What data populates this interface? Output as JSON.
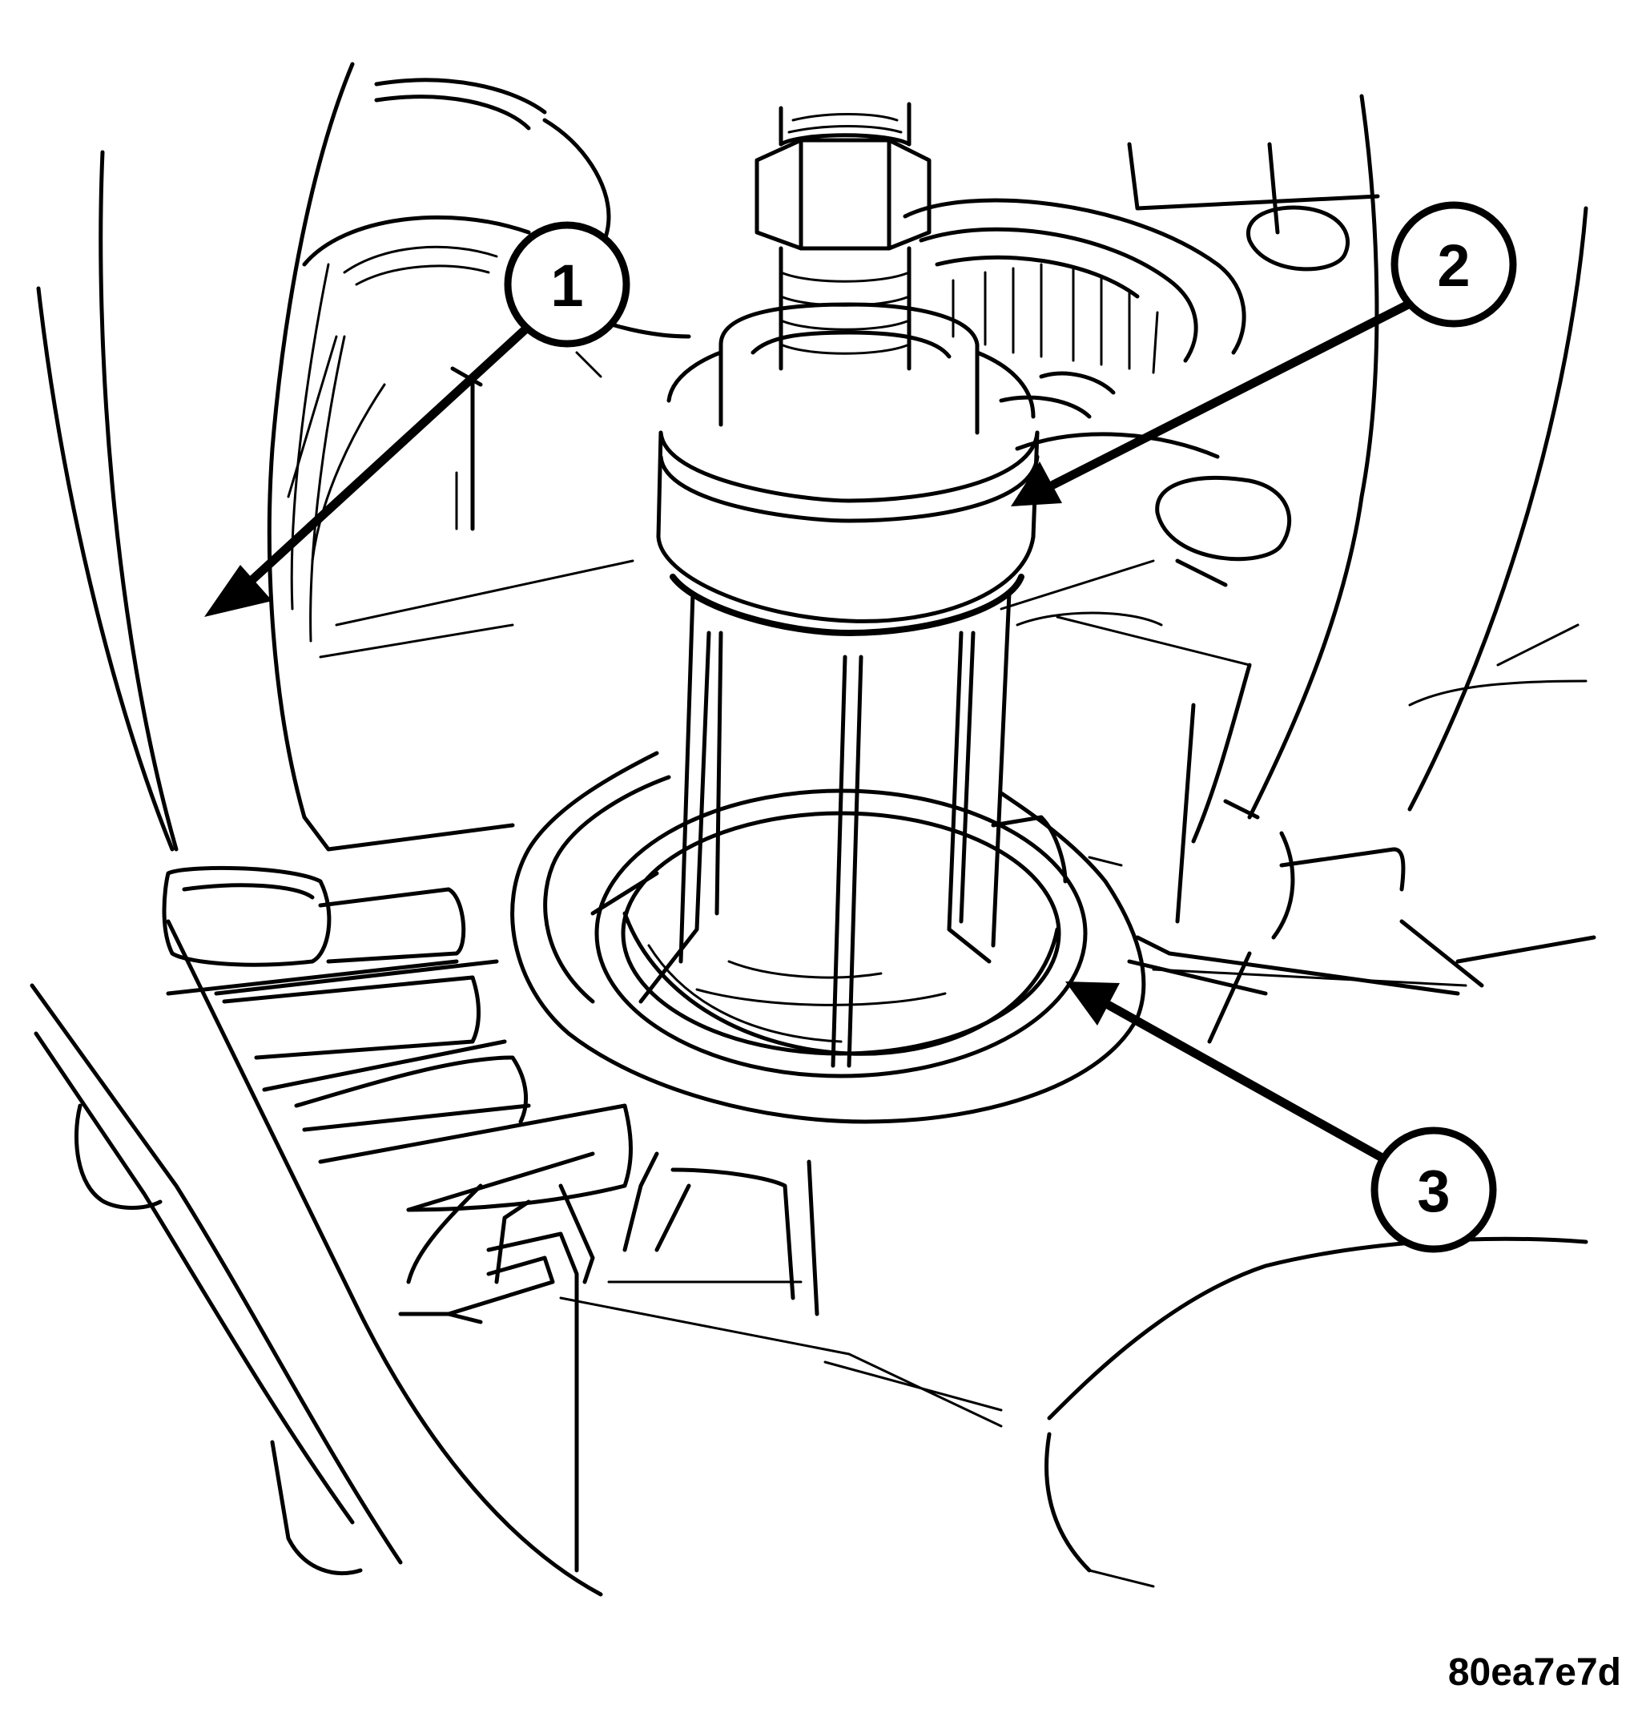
{
  "callouts": [
    {
      "id": "callout-1",
      "label": "1"
    },
    {
      "id": "callout-2",
      "label": "2"
    },
    {
      "id": "callout-3",
      "label": "3"
    }
  ],
  "figure_id": "80ea7e7d"
}
